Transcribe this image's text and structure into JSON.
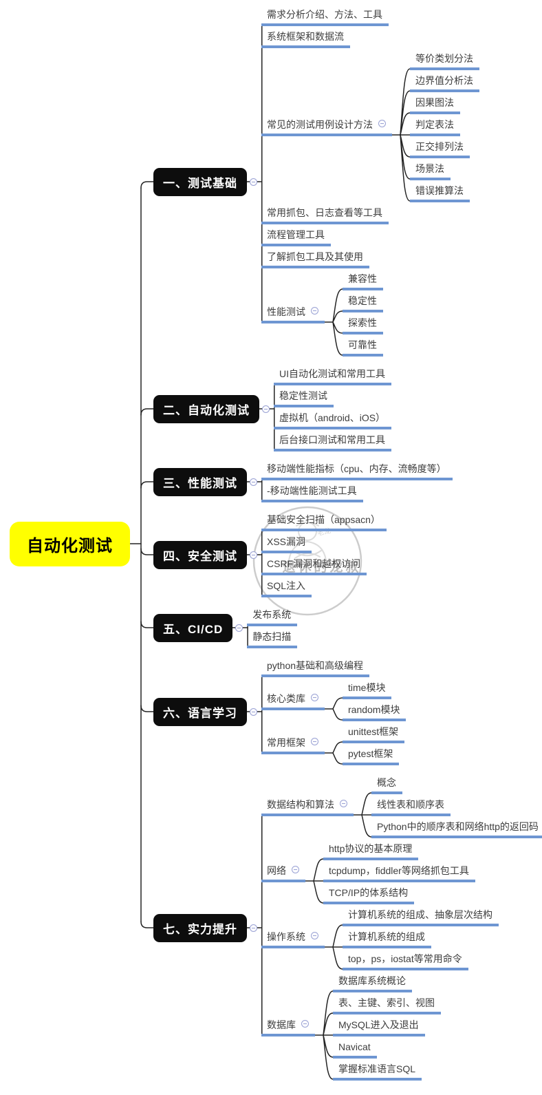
{
  "root": {
    "label": "自动化测试"
  },
  "branches": [
    {
      "label": "一、测试基础",
      "children": [
        {
          "label": "需求分析介绍、方法、工具"
        },
        {
          "label": "系统框架和数据流"
        },
        {
          "label": "常见的测试用例设计方法",
          "children": [
            {
              "label": "等价类划分法"
            },
            {
              "label": "边界值分析法"
            },
            {
              "label": "因果图法"
            },
            {
              "label": "判定表法"
            },
            {
              "label": "正交排列法"
            },
            {
              "label": "场景法"
            },
            {
              "label": "错误推算法"
            }
          ]
        },
        {
          "label": "常用抓包、日志查看等工具"
        },
        {
          "label": "流程管理工具"
        },
        {
          "label": "了解抓包工具及其使用"
        },
        {
          "label": "性能测试",
          "children": [
            {
              "label": "兼容性"
            },
            {
              "label": "稳定性"
            },
            {
              "label": "探索性"
            },
            {
              "label": "可靠性"
            }
          ]
        }
      ]
    },
    {
      "label": "二、自动化测试",
      "children": [
        {
          "label": "UI自动化测试和常用工具"
        },
        {
          "label": "稳定性测试"
        },
        {
          "label": "虚拟机（android、iOS）"
        },
        {
          "label": "后台接口测试和常用工具"
        }
      ]
    },
    {
      "label": "三、性能测试",
      "children": [
        {
          "label": "移动端性能指标（cpu、内存、流畅度等）"
        },
        {
          "label": "-移动端性能测试工具"
        }
      ]
    },
    {
      "label": "四、安全测试",
      "children": [
        {
          "label": "基础安全扫描（appsacn）"
        },
        {
          "label": "XSS漏洞"
        },
        {
          "label": "CSRF漏洞和越权访问"
        },
        {
          "label": "SQL注入"
        }
      ]
    },
    {
      "label": "五、CI/CD",
      "children": [
        {
          "label": "发布系统"
        },
        {
          "label": "静态扫描"
        }
      ]
    },
    {
      "label": "六、语言学习",
      "children": [
        {
          "label": "python基础和高级编程"
        },
        {
          "label": "核心类库",
          "children": [
            {
              "label": "time模块"
            },
            {
              "label": "random模块"
            }
          ]
        },
        {
          "label": "常用框架",
          "children": [
            {
              "label": "unittest框架"
            },
            {
              "label": "pytest框架"
            }
          ]
        }
      ]
    },
    {
      "label": "七、实力提升",
      "children": [
        {
          "label": "数据结构和算法",
          "children": [
            {
              "label": "概念"
            },
            {
              "label": "线性表和顺序表"
            },
            {
              "label": "Python中的顺序表和网络http的返回码"
            }
          ]
        },
        {
          "label": "网络",
          "children": [
            {
              "label": "http协议的基本原理"
            },
            {
              "label": "tcpdump，fiddler等网络抓包工具"
            },
            {
              "label": "TCP/IP的体系结构"
            }
          ]
        },
        {
          "label": "操作系统",
          "children": [
            {
              "label": "计算机系统的组成、抽象层次结构"
            },
            {
              "label": "计算机系统的组成"
            },
            {
              "label": "top，ps，iostat等常用命令"
            }
          ]
        },
        {
          "label": "数据库",
          "children": [
            {
              "label": "数据库系统概论"
            },
            {
              "label": "表、主键、索引、视图"
            },
            {
              "label": "MySQL进入及退出"
            },
            {
              "label": "Navicat"
            },
            {
              "label": "掌握标准语言SQL"
            }
          ]
        }
      ]
    }
  ],
  "watermark": {
    "text": "退休的龙叔",
    "signature": "老龙"
  },
  "colors": {
    "root_bg": "#ffff00",
    "branch_bg": "#0d0d0d",
    "underline": "#6e96d2",
    "connector": "#232323",
    "collapse_icon": "#9aa2d4",
    "watermark": "#c9c9c9"
  }
}
